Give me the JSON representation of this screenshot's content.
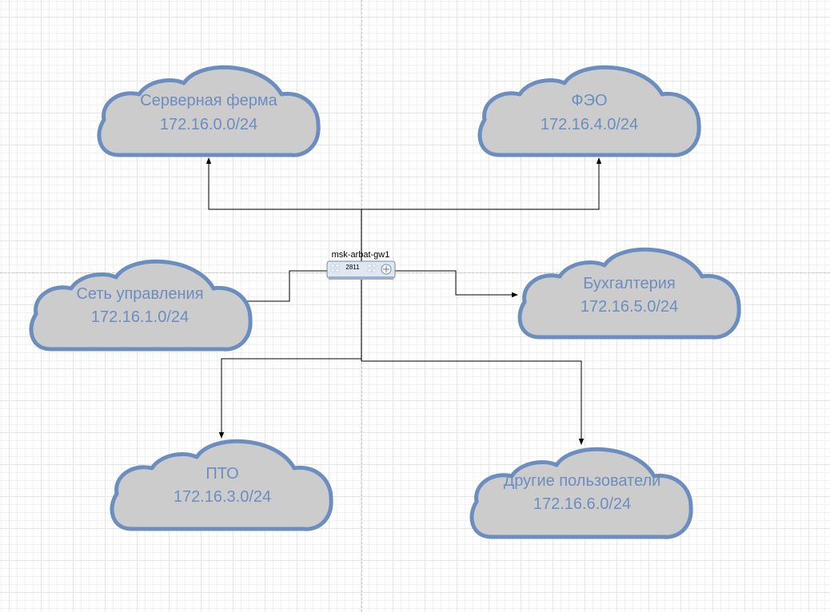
{
  "router": {
    "name": "msk-arbat-gw1",
    "model": "2811"
  },
  "networks": [
    {
      "id": "server-farm",
      "name": "Серверная ферма",
      "subnet": "172.16.0.0/24"
    },
    {
      "id": "feo",
      "name": "ФЭО",
      "subnet": "172.16.4.0/24"
    },
    {
      "id": "management",
      "name": "Сеть управления",
      "subnet": "172.16.1.0/24"
    },
    {
      "id": "accounting",
      "name": "Бухгалтерия",
      "subnet": "172.16.5.0/24"
    },
    {
      "id": "pto",
      "name": "ПТО",
      "subnet": "172.16.3.0/24"
    },
    {
      "id": "other-users",
      "name": "Другие пользователи",
      "subnet": "172.16.6.0/24"
    }
  ],
  "colors": {
    "cloud_fill": "#cccccc",
    "cloud_stroke": "#6c8ebf",
    "cloud_text": "#6c8ebf",
    "router_body": "#dfe7f3",
    "link": "#000000"
  }
}
